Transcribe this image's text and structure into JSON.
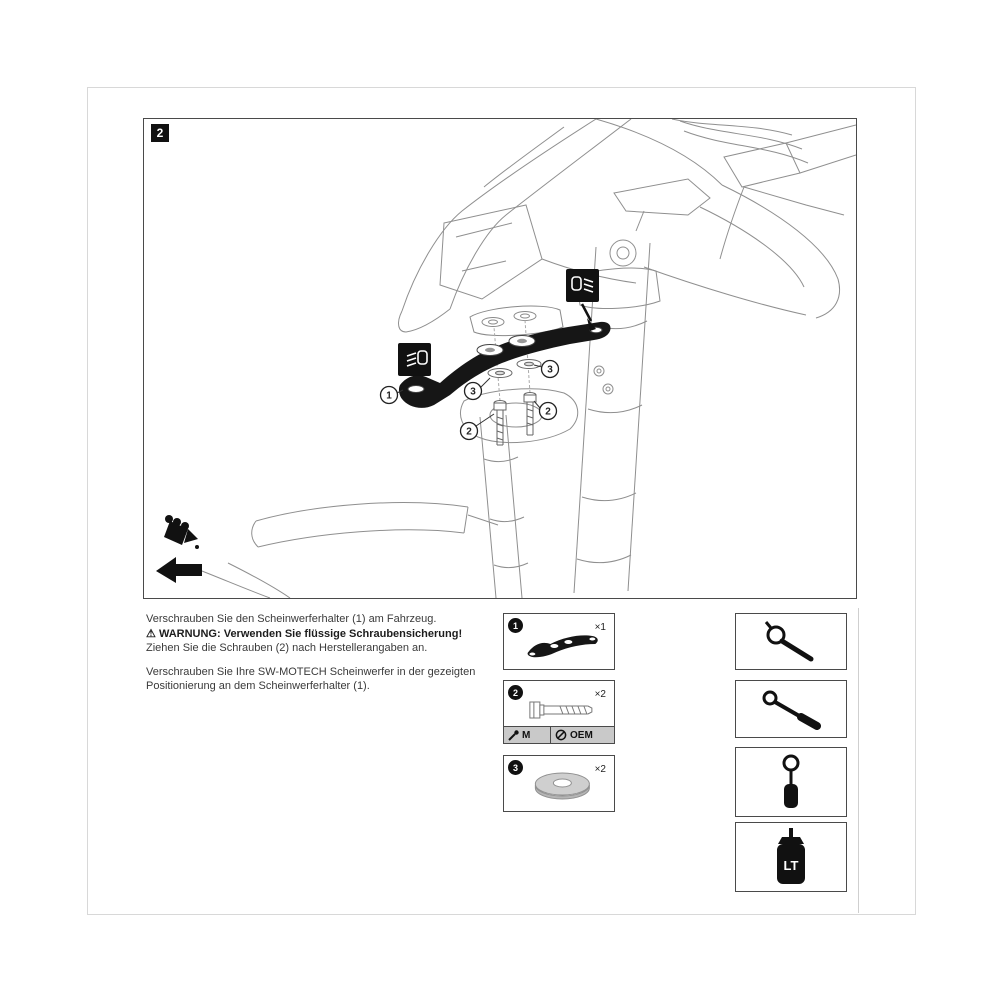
{
  "step": {
    "number": "2"
  },
  "instructions": {
    "line1": "Verschrauben Sie den Scheinwerferhalter (1) am Fahrzeug.",
    "warning_icon": "⚠",
    "warning": "WARNUNG: Verwenden Sie flüssige Schraubensicherung!",
    "line3": "Ziehen Sie die Schrauben (2) nach Herstellerangaben an.",
    "para2": "Verschrauben Sie Ihre SW-MOTECH Scheinwerfer in der gezeigten Positionierung an dem Scheinwerferhalter (1)."
  },
  "diagram": {
    "callouts": [
      "1",
      "3",
      "3",
      "2",
      "2"
    ]
  },
  "parts": [
    {
      "number": "1",
      "quantity": "×1"
    },
    {
      "number": "2",
      "quantity": "×2",
      "spec_left": "M",
      "spec_right": "OEM"
    },
    {
      "number": "3",
      "quantity": "×2"
    }
  ],
  "tools": [
    {
      "name": "hex-key"
    },
    {
      "name": "torque-wrench"
    },
    {
      "name": "torque-screwdriver"
    },
    {
      "name": "threadlocker",
      "label": "LT"
    }
  ]
}
